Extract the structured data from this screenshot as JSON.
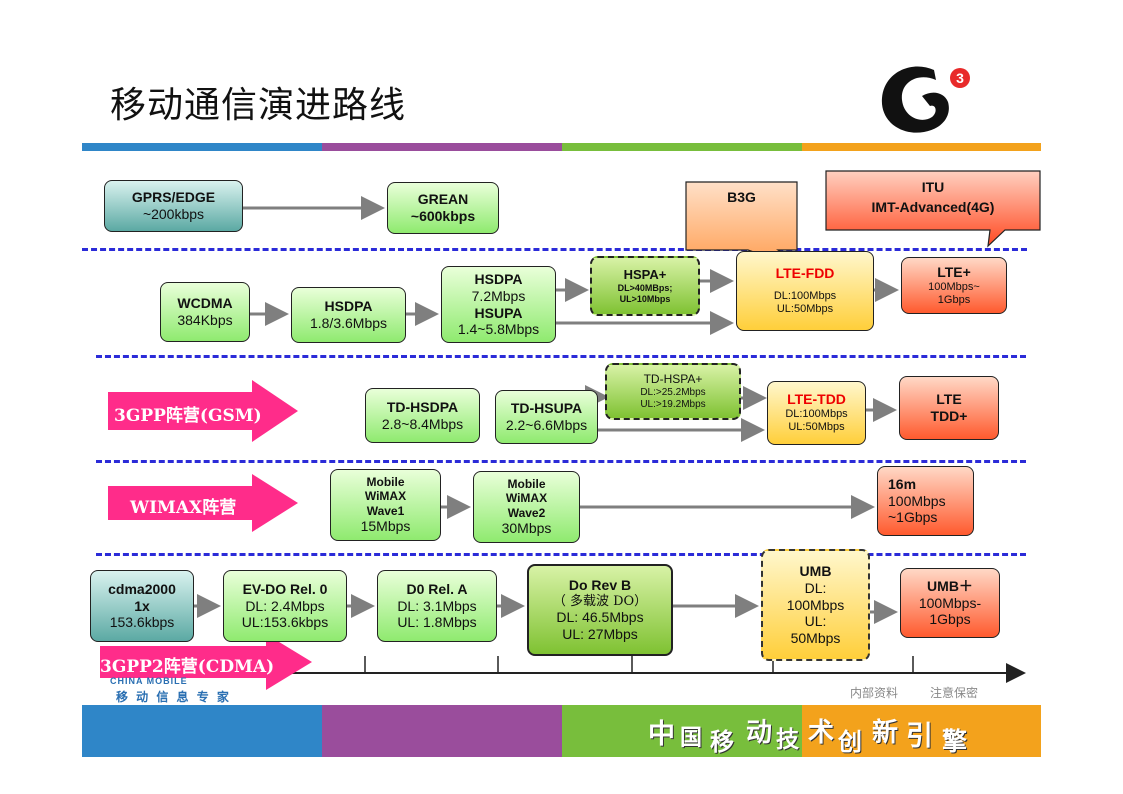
{
  "title": "移动通信演进路线",
  "colors": {
    "blue": "#2f86c8",
    "purple": "#9a4d9c",
    "green": "#78be3c",
    "orange": "#f3a21c",
    "separator": "#2b2bd8",
    "arrow": "#7f7f7f",
    "campArrow": "#ff2c8a"
  },
  "callouts": {
    "b3g": "B3G",
    "itu_line1": "ITU",
    "itu_line2": "IMT-Advanced(4G)"
  },
  "rows": {
    "gsm_top": {
      "gprs": {
        "l1": "GPRS/EDGE",
        "l2": "~200kbps"
      },
      "grean": {
        "l1": "GREAN",
        "l2": "~600kbps"
      }
    },
    "wcdma": {
      "wcdma": {
        "l1": "WCDMA",
        "l2": "384Kbps"
      },
      "hsdpa": {
        "l1": "HSDPA",
        "l2": "1.8/3.6Mbps"
      },
      "hsdpa_hsupa": {
        "l1": "HSDPA",
        "l2": "7.2Mbps",
        "l3": "HSUPA",
        "l4": "1.4~5.8Mbps"
      },
      "hspa_plus": {
        "l1": "HSPA+",
        "l2": "DL>40MBps;",
        "l3": "UL>10Mbps"
      },
      "lte_fdd": {
        "l1": "LTE-FDD",
        "l2": "DL:100Mbps",
        "l3": "UL:50Mbps"
      },
      "lte_plus": {
        "l1": "LTE+",
        "l2": "100Mbps~",
        "l3": "1Gbps"
      }
    },
    "td": {
      "camp": "3GPP阵营(GSM)",
      "td_hsdpa": {
        "l1": "TD-HSDPA",
        "l2": "2.8~8.4Mbps"
      },
      "td_hsupa": {
        "l1": "TD-HSUPA",
        "l2": "2.2~6.6Mbps"
      },
      "td_hspa_plus": {
        "l1": "TD-HSPA+",
        "l2": "DL:>25.2Mbps",
        "l3": "UL:>19.2Mbps"
      },
      "lte_tdd": {
        "l1": "LTE-TDD",
        "l2": "DL:100Mbps",
        "l3": "UL:50Mbps"
      },
      "lte_tdd_plus": {
        "l1": "LTE",
        "l2": "TDD+"
      }
    },
    "wimax": {
      "camp": "WIMAX阵营",
      "wave1": {
        "l1": "Mobile",
        "l2": "WiMAX",
        "l3": "Wave1",
        "l4": "15Mbps"
      },
      "wave2": {
        "l1": "Mobile",
        "l2": "WiMAX",
        "l3": "Wave2",
        "l4": "30Mbps"
      },
      "m16": {
        "l1": "16m",
        "l2": "100Mbps",
        "l3": "~1Gbps"
      }
    },
    "cdma": {
      "camp": "3GPP2阵营(CDMA)",
      "cdma2000": {
        "l1": "cdma2000",
        "l2": "1x",
        "l3": "153.6kbps"
      },
      "evdo0": {
        "l1": "EV-DO Rel. 0",
        "l2": "DL: 2.4Mbps",
        "l3": "UL:153.6kbps"
      },
      "do_a": {
        "l1": "D0 Rel. A",
        "l2": "DL: 3.1Mbps",
        "l3": "UL: 1.8Mbps"
      },
      "do_b": {
        "l1": "Do Rev B",
        "l2": "（ 多载波 DO）",
        "l3": "DL:  46.5Mbps",
        "l4": "UL: 27Mbps"
      },
      "umb": {
        "l1": "UMB",
        "l2": "DL:",
        "l3": "100Mbps",
        "l4": "UL:",
        "l5": "50Mbps"
      },
      "umb_plus": {
        "l1": "UMB＋",
        "l2": "100Mbps-",
        "l3": "1Gbps"
      }
    }
  },
  "footer": {
    "logo_text": "CHINA MOBILE",
    "logo_cn": "移 动 信 息 专 家",
    "internal": "内部资料",
    "confidential": "注意保密",
    "slogan": [
      "中",
      "国",
      "移",
      "动",
      "技",
      "术",
      "创",
      "新",
      "引",
      "擎"
    ]
  }
}
